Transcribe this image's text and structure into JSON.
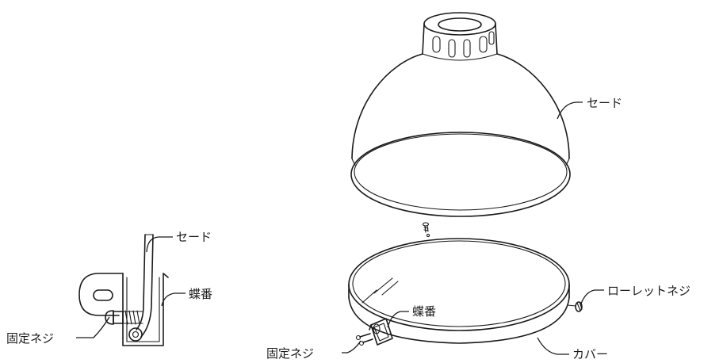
{
  "labels": {
    "shade_detail": "セード",
    "hinge_detail": "蝶番",
    "fix_screw_detail": "固定ネジ",
    "shade_main": "セード",
    "knurled_screw": "ローレットネジ",
    "hinge_main": "蝶番",
    "fix_screw_main": "固定ネジ",
    "cover": "カバー"
  }
}
